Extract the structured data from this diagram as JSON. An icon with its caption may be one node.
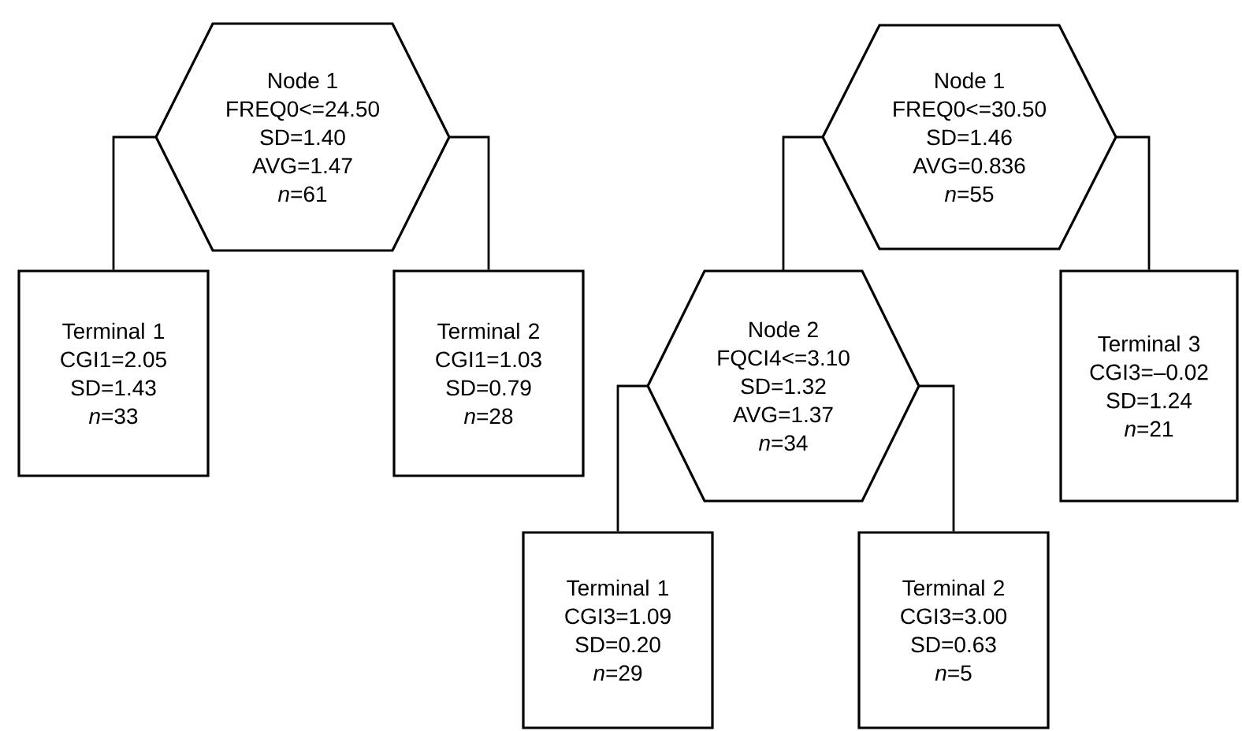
{
  "diagram": {
    "nodes": [
      {
        "text": [
          "Node 1",
          "FREQ0<=24.50",
          "SD=1.40",
          "AVG=1.47",
          "*n*=61"
        ]
      },
      {
        "text": [
          "Terminal 1",
          "CGI1=2.05",
          "SD=1.43",
          "*n*=33"
        ]
      },
      {
        "text": [
          "Terminal 2",
          "CGI1=1.03",
          "SD=0.79",
          "*n*=28"
        ]
      },
      {
        "text": [
          "Node 1",
          "FREQ0<=30.50",
          "SD=1.46",
          "AVG=0.836",
          "*n*=55"
        ]
      },
      {
        "text": [
          "Node 2",
          "FQCI4<=3.10",
          "SD=1.32",
          "AVG=1.37",
          "*n*=34"
        ]
      },
      {
        "text": [
          "Terminal 3",
          "CGI3=–0.02",
          "SD=1.24",
          "*n*=21"
        ]
      },
      {
        "text": [
          "Terminal 1",
          "CGI3=1.09",
          "SD=0.20",
          "*n*=29"
        ]
      },
      {
        "text": [
          "Terminal 2",
          "CGI3=3.00",
          "SD=0.63",
          "*n*=5"
        ]
      }
    ],
    "edges": [
      {
        "from": 0,
        "to": 1,
        "arrow": "none"
      },
      {
        "from": 0,
        "to": 2,
        "arrow": "none"
      },
      {
        "from": 3,
        "to": 4,
        "arrow": "none"
      },
      {
        "from": 3,
        "to": 5,
        "arrow": "none"
      },
      {
        "from": 4,
        "to": 6,
        "arrow": "none"
      },
      {
        "from": 4,
        "to": 7,
        "arrow": "none"
      }
    ]
  }
}
